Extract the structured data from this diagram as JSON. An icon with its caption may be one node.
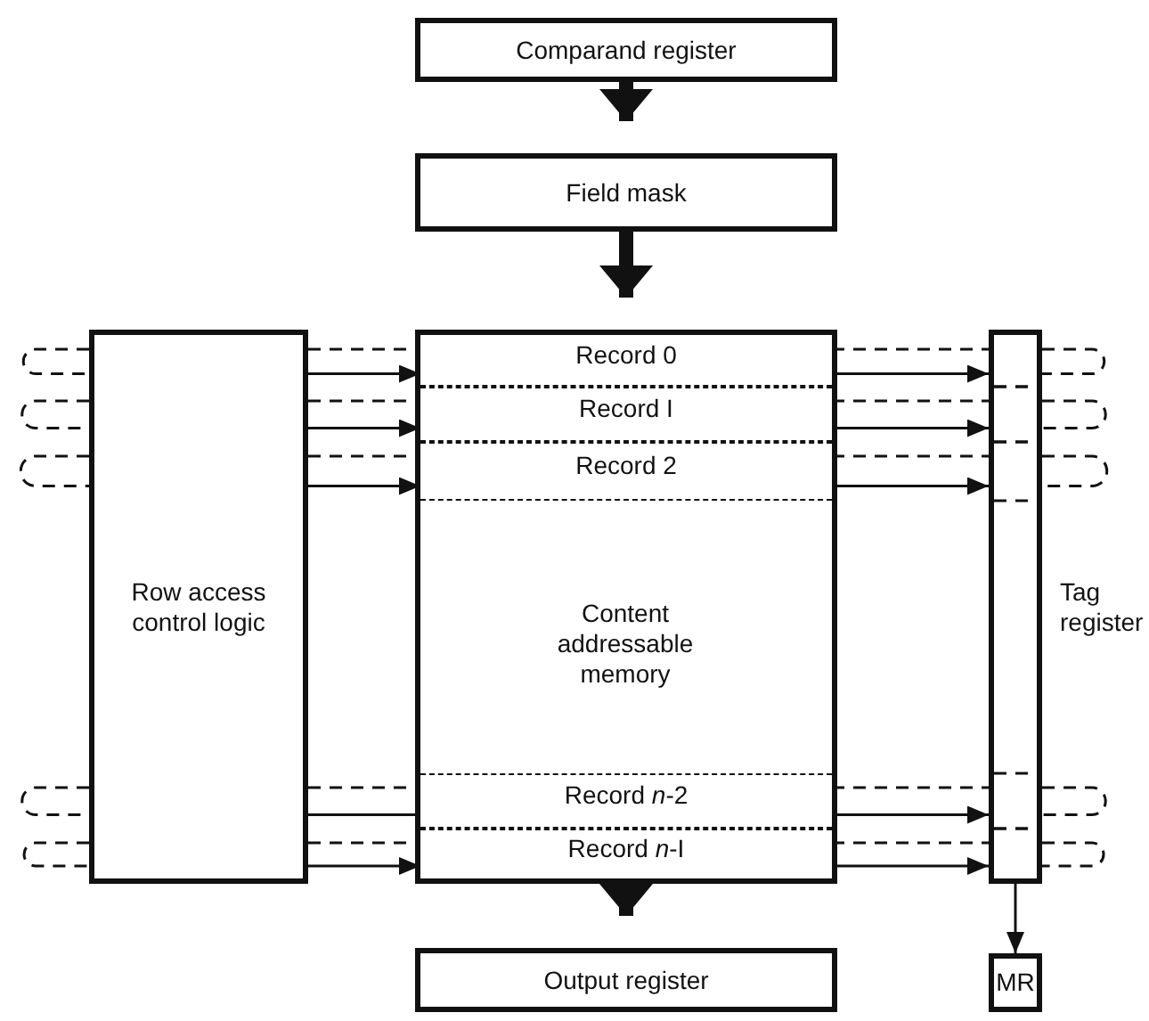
{
  "diagram": {
    "nodes": [
      {
        "text": [
          "Comparand register"
        ]
      },
      {
        "text": [
          "Field mask"
        ]
      },
      {
        "text": [
          "Content addressable memory"
        ]
      },
      {
        "text": [
          "Record 0"
        ],
        "in": 2
      },
      {
        "text": [
          "Record I"
        ],
        "in": 2
      },
      {
        "text": [
          "Record 2"
        ],
        "in": 2
      },
      {
        "text": [
          "Record *n*-2"
        ],
        "in": 2
      },
      {
        "text": [
          "Record *n*-I"
        ],
        "in": 2
      },
      {
        "text": [
          "Row access control logic"
        ]
      },
      {
        "text": [
          "Tag register"
        ]
      },
      {
        "text": [
          "Output register"
        ]
      },
      {
        "text": [
          "MR"
        ]
      }
    ],
    "edges": [
      {
        "from": 0,
        "to": 1,
        "arrow": "to",
        "style": "thick"
      },
      {
        "from": 1,
        "to": 2,
        "arrow": "to",
        "style": "thick"
      },
      {
        "from": 8,
        "to": 3,
        "arrow": "to"
      },
      {
        "from": 8,
        "to": 4,
        "arrow": "to"
      },
      {
        "from": 8,
        "to": 5,
        "arrow": "to"
      },
      {
        "from": 8,
        "to": 6,
        "arrow": "none"
      },
      {
        "from": 8,
        "to": 7,
        "arrow": "to"
      },
      {
        "from": 3,
        "to": 9,
        "arrow": "to"
      },
      {
        "from": 4,
        "to": 9,
        "arrow": "to"
      },
      {
        "from": 5,
        "to": 9,
        "arrow": "to"
      },
      {
        "from": 6,
        "to": 9,
        "arrow": "to"
      },
      {
        "from": 7,
        "to": 9,
        "arrow": "to"
      },
      {
        "from": 2,
        "to": 10,
        "arrow": "to",
        "style": "thick"
      },
      {
        "from": 9,
        "to": 11,
        "arrow": "to"
      },
      {
        "from": 8,
        "to": 3,
        "arrow": "none",
        "style": "dashed"
      },
      {
        "from": 8,
        "to": 4,
        "arrow": "none",
        "style": "dashed"
      },
      {
        "from": 8,
        "to": 5,
        "arrow": "none",
        "style": "dashed"
      },
      {
        "from": 8,
        "to": 6,
        "arrow": "none",
        "style": "dashed"
      },
      {
        "from": 8,
        "to": 7,
        "arrow": "none",
        "style": "dashed"
      },
      {
        "from": 3,
        "to": 9,
        "arrow": "none",
        "style": "dashed"
      },
      {
        "from": 4,
        "to": 9,
        "arrow": "none",
        "style": "dashed"
      },
      {
        "from": 5,
        "to": 9,
        "arrow": "none",
        "style": "dashed"
      },
      {
        "from": 6,
        "to": 9,
        "arrow": "none",
        "style": "dashed"
      },
      {
        "from": 7,
        "to": 9,
        "arrow": "none",
        "style": "dashed"
      }
    ]
  }
}
